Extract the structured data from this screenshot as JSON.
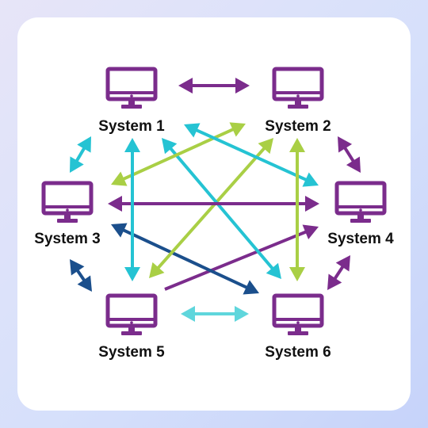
{
  "colors": {
    "purple": "#7b2c8c",
    "lime": "#a9cf45",
    "cyan": "#25c3d3",
    "navy": "#1b4f8c",
    "light_cyan": "#5fd6dc"
  },
  "nodes": [
    {
      "id": "s1",
      "label": "System 1",
      "icon": "monitor-icon"
    },
    {
      "id": "s2",
      "label": "System 2",
      "icon": "monitor-icon"
    },
    {
      "id": "s3",
      "label": "System 3",
      "icon": "monitor-icon"
    },
    {
      "id": "s4",
      "label": "System 4",
      "icon": "monitor-icon"
    },
    {
      "id": "s5",
      "label": "System 5",
      "icon": "monitor-icon"
    },
    {
      "id": "s6",
      "label": "System 6",
      "icon": "monitor-icon"
    }
  ],
  "links": [
    {
      "from": "s1",
      "to": "s2",
      "color": "purple",
      "direction": "both"
    },
    {
      "from": "s1",
      "to": "s3",
      "color": "cyan",
      "direction": "both"
    },
    {
      "from": "s2",
      "to": "s4",
      "color": "purple",
      "direction": "both"
    },
    {
      "from": "s3",
      "to": "s5",
      "color": "navy",
      "direction": "both"
    },
    {
      "from": "s4",
      "to": "s6",
      "color": "purple",
      "direction": "both"
    },
    {
      "from": "s5",
      "to": "s6",
      "color": "light_cyan",
      "direction": "both"
    },
    {
      "from": "s1",
      "to": "s5",
      "color": "cyan",
      "direction": "both"
    },
    {
      "from": "s2",
      "to": "s6",
      "color": "lime",
      "direction": "both"
    },
    {
      "from": "s3",
      "to": "s4",
      "color": "purple",
      "direction": "both"
    },
    {
      "from": "s1",
      "to": "s4",
      "color": "cyan",
      "direction": "both"
    },
    {
      "from": "s3",
      "to": "s2",
      "color": "lime",
      "direction": "both"
    },
    {
      "from": "s1",
      "to": "s6",
      "color": "cyan",
      "direction": "both"
    },
    {
      "from": "s5",
      "to": "s2",
      "color": "lime",
      "direction": "both"
    },
    {
      "from": "s3",
      "to": "s6",
      "color": "navy",
      "direction": "both"
    },
    {
      "from": "s6",
      "to": "s4",
      "color": "purple",
      "direction": "to"
    }
  ]
}
